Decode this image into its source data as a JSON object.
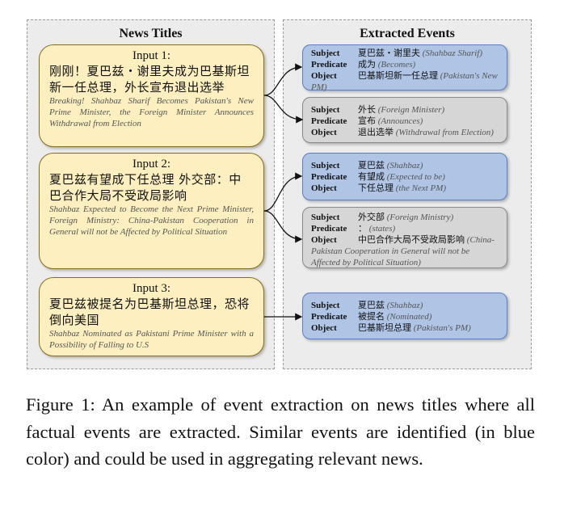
{
  "left_panel": {
    "title": "News Titles",
    "inputs": [
      {
        "label": "Input 1:",
        "zh": "刚刚！夏巴兹・谢里夫成为巴基斯坦新一任总理，外长宣布退出选举",
        "en": "Breaking! Shahbaz Sharif Becomes Pakistan's New Prime Minister, the Foreign Minister Announces Withdrawal from Election"
      },
      {
        "label": "Input 2:",
        "zh": "夏巴兹有望成下任总理 外交部：中巴合作大局不受政局影响",
        "en": "Shahbaz Expected to Become the Next Prime Minister, Foreign Ministry: China-Pakistan Cooperation in General will not be Affected by Political Situation"
      },
      {
        "label": "Input 3:",
        "zh": "夏巴兹被提名为巴基斯坦总理，恐将倒向美国",
        "en": "Shahbaz Nominated as Pakistani Prime Minister with a Possibility of Falling to U.S"
      }
    ]
  },
  "right_panel": {
    "title": "Extracted Events",
    "keys": {
      "subject": "Subject",
      "predicate": "Predicate",
      "object": "Object"
    },
    "events": [
      {
        "color": "blue",
        "subject": "夏巴兹・谢里夫",
        "subject_en": "(Shahbaz Sharif)",
        "predicate": "成为",
        "predicate_en": "(Becomes)",
        "object": "巴基斯坦新一任总理",
        "object_en": "(Pakistan's New PM)"
      },
      {
        "color": "gray",
        "subject": "外长",
        "subject_en": "(Foreign Minister)",
        "predicate": "宣布",
        "predicate_en": "(Announces)",
        "object": "退出选举",
        "object_en": "(Withdrawal from Election)"
      },
      {
        "color": "blue",
        "subject": "夏巴兹",
        "subject_en": "(Shahbaz)",
        "predicate": "有望成",
        "predicate_en": "(Expected to be)",
        "object": "下任总理",
        "object_en": "(the Next PM)"
      },
      {
        "color": "gray",
        "subject": "外交部",
        "subject_en": "(Foreign Ministry)",
        "predicate": "：",
        "predicate_en": "(states)",
        "object": "中巴合作大局不受政局影响",
        "object_en": "(China-Pakistan Cooperation in General will not be Affected by Political Situation)"
      },
      {
        "color": "blue",
        "subject": "夏巴兹",
        "subject_en": "(Shahbaz)",
        "predicate": "被提名",
        "predicate_en": "(Nominated)",
        "object": "巴基斯坦总理",
        "object_en": "(Pakistan's PM)"
      }
    ]
  },
  "colors": {
    "input_fill": "#fdefc0",
    "blue_event": "#b0c4e6",
    "gray_event": "#d6d6d6"
  },
  "caption": "Figure 1: An example of event extraction on news titles where all factual events are extracted. Similar events are identified (in blue color) and could be used in aggregating relevant news."
}
